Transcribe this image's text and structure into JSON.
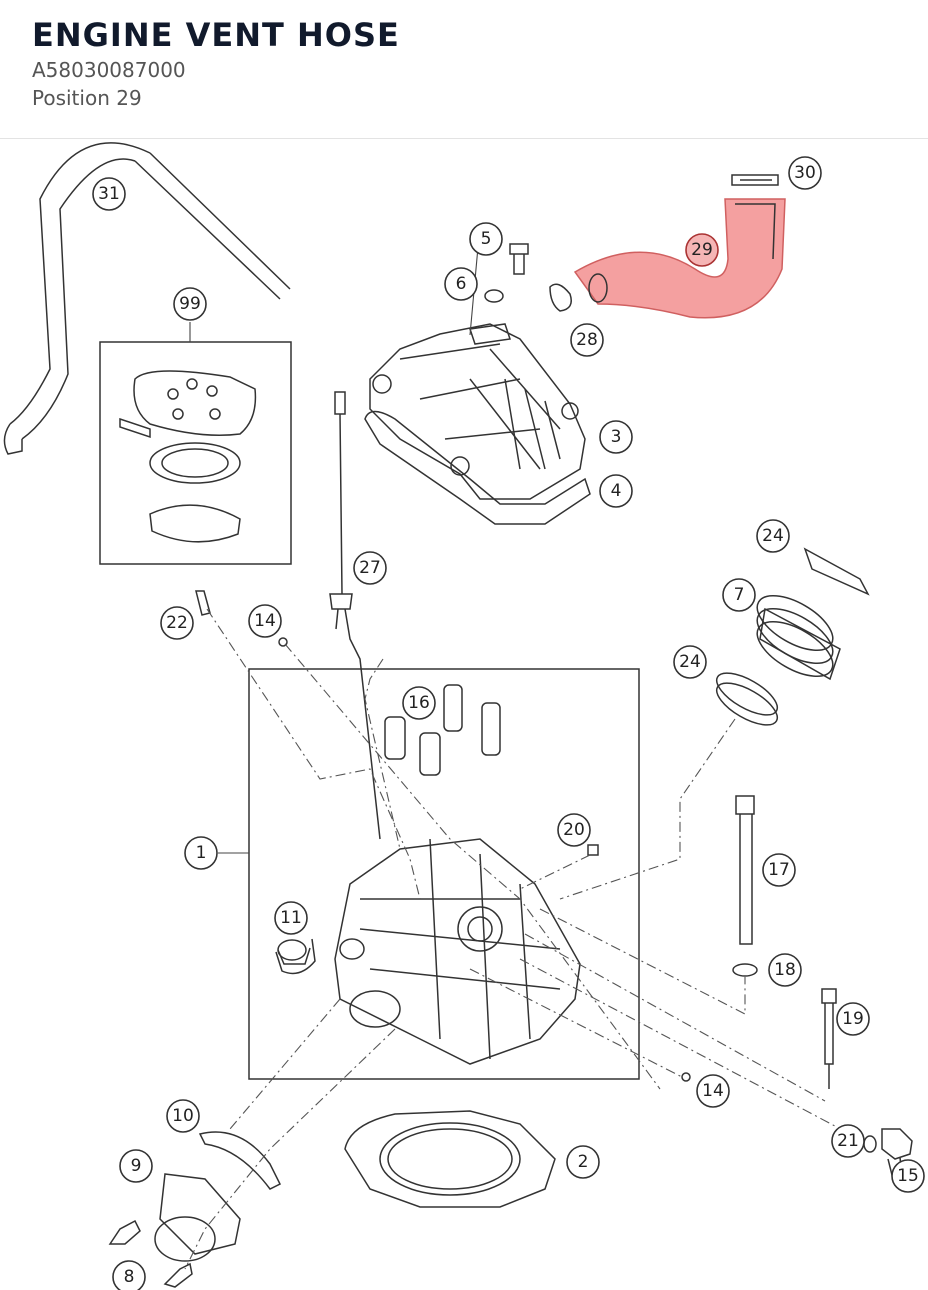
{
  "header": {
    "title": "ENGINE VENT HOSE",
    "part_number": "A58030087000",
    "position": "Position 29"
  },
  "diagram": {
    "highlight_color": "#f08080",
    "selected": "29",
    "callouts": [
      "31",
      "99",
      "5",
      "6",
      "30",
      "29",
      "28",
      "3",
      "4",
      "27",
      "24",
      "7",
      "22",
      "14",
      "16",
      "1",
      "20",
      "17",
      "11",
      "18",
      "19",
      "10",
      "9",
      "8",
      "2",
      "14",
      "21",
      "15",
      "24"
    ]
  }
}
